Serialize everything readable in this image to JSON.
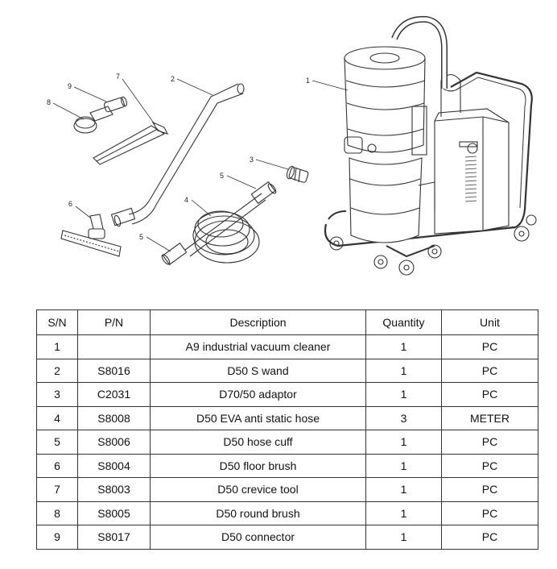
{
  "diagram": {
    "callouts": [
      "1",
      "2",
      "3",
      "4",
      "5",
      "5",
      "6",
      "7",
      "8",
      "9"
    ]
  },
  "table": {
    "headers": [
      "S/N",
      "P/N",
      "Description",
      "Quantity",
      "Unit"
    ],
    "rows": [
      [
        "1",
        "",
        "A9 industrial vacuum cleaner",
        "1",
        "PC"
      ],
      [
        "2",
        "S8016",
        "D50 S wand",
        "1",
        "PC"
      ],
      [
        "3",
        "C2031",
        "D70/50 adaptor",
        "1",
        "PC"
      ],
      [
        "4",
        "S8008",
        "D50 EVA anti static hose",
        "3",
        "METER"
      ],
      [
        "5",
        "S8006",
        "D50 hose cuff",
        "1",
        "PC"
      ],
      [
        "6",
        "S8004",
        "D50 floor brush",
        "1",
        "PC"
      ],
      [
        "7",
        "S8003",
        "D50 crevice tool",
        "1",
        "PC"
      ],
      [
        "8",
        "S8005",
        "D50 round brush",
        "1",
        "PC"
      ],
      [
        "9",
        "S8017",
        "D50 connector",
        "1",
        "PC"
      ]
    ]
  }
}
